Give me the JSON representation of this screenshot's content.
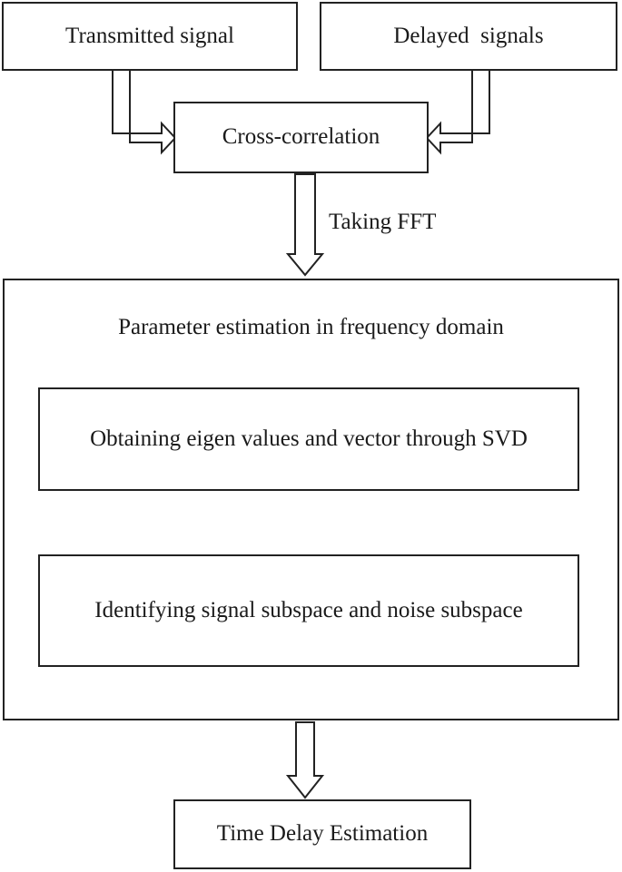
{
  "nodes": {
    "transmitted": "Transmitted signal",
    "delayed": "Delayed  signals",
    "cross_correlation": "Cross-correlation",
    "parameter_estimation": "Parameter estimation in frequency domain",
    "eigen": "Obtaining eigen values and vector through SVD",
    "subspace": "Identifying signal subspace and noise subspace",
    "time_delay": "Time Delay Estimation"
  },
  "edges": {
    "fft_label": "Taking FFT"
  }
}
